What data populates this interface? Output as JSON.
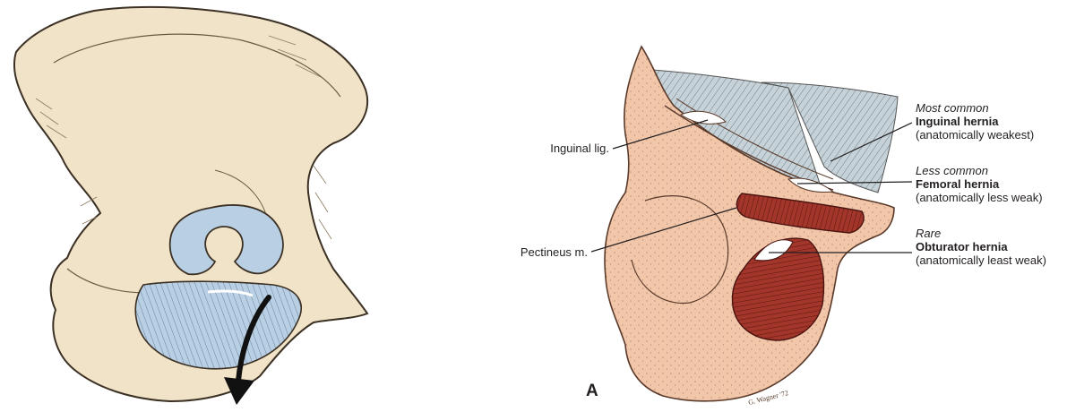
{
  "panel_label": "A",
  "artist_signature": "G. Wagner '72",
  "labels": {
    "inguinal_lig": "Inguinal lig.",
    "pectineus": "Pectineus m."
  },
  "hernias": [
    {
      "frequency": "Most common",
      "name": "Inguinal hernia",
      "note": "(anatomically weakest)"
    },
    {
      "frequency": "Less common",
      "name": "Femoral hernia",
      "note": "(anatomically less weak)"
    },
    {
      "frequency": "Rare",
      "name": "Obturator hernia",
      "note": "(anatomically least weak)"
    }
  ],
  "icons": [
    "hip-bone-illustration",
    "down-arrow-icon",
    "pelvic-region-illustration"
  ],
  "colors": {
    "bone": "#f1e3c7",
    "membrane": "#b9cfe3",
    "skin": "#f2c6a9",
    "muscle_red": "#a3362a",
    "muscle_grey": "#c9d4d9",
    "text": "#231f20"
  }
}
